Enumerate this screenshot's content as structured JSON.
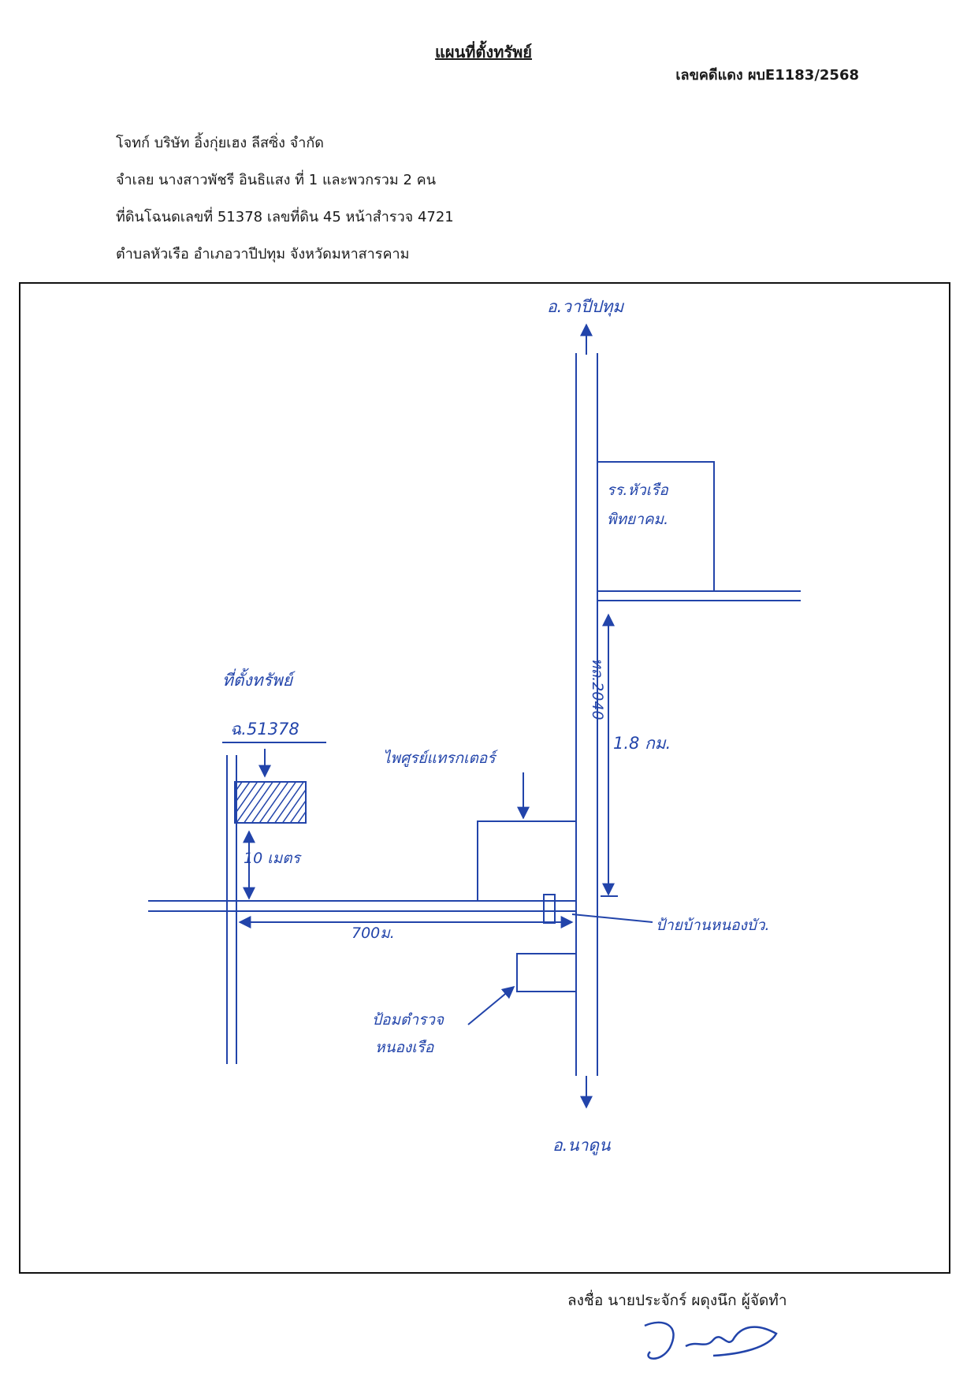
{
  "document": {
    "title": "แผนที่ตั้งทรัพย์",
    "case_number": "เลขคดีแดง ผบE1183/2568",
    "info_lines": [
      "โจทก์ บริษัท อิ้งกุ่ยเฮง ลีสซิ่ง จำกัด",
      "จำเลย นางสาวพัชรี อินธิแสง ที่ 1 และพวกรวม 2 คน",
      "ที่ดินโฉนดเลขที่ 51378 เลขที่ดิน 45  หน้าสำรวจ 4721",
      "ตำบลหัวเรือ  อำเภอวาปีปทุม  จังหวัดมหาสารคาม"
    ],
    "signature_line": "ลงชื่อ นายประจักร์ ผดุงนึก ผู้จัดทำ"
  },
  "map": {
    "north_destination": "อ.วาปีปทุม",
    "south_destination": "อ.นาดูน",
    "highway_label": "ทล.2040",
    "school_line1": "รร.หัวเรือ",
    "school_line2": "พิทยาคม.",
    "distance_highway": "1.8 กม.",
    "property_title": "ที่ตั้งทรัพย์",
    "deed_label": "ฉ.51378",
    "distance_to_property": "10 เมตร",
    "distance_side_road": "700ม.",
    "tractor_shop": "ไพศูรย์แทรกเตอร์",
    "village_sign": "ป้ายบ้านหนองบัว.",
    "police_line1": "ป้อมตำรวจ",
    "police_line2": "หนองเรือ",
    "ink_color": "#2244aa",
    "frame_color": "#111111"
  }
}
